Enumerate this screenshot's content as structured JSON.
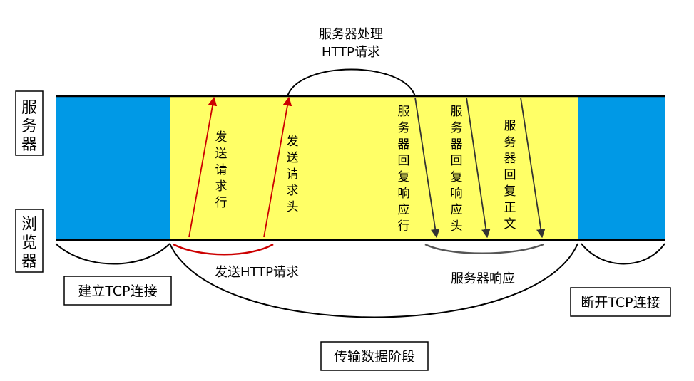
{
  "side_labels": {
    "server": [
      "服",
      "务",
      "器"
    ],
    "browser": [
      "浏",
      "览",
      "器"
    ]
  },
  "top_label": {
    "line1": "服务器处理",
    "line2": "HTTP请求"
  },
  "vertical_labels": {
    "send_request_line": [
      "发",
      "送",
      "请",
      "求",
      "行"
    ],
    "send_request_header": [
      "发",
      "送",
      "请",
      "求",
      "头"
    ],
    "server_response_line": [
      "服",
      "务",
      "器",
      "回",
      "复",
      "响",
      "应",
      "行"
    ],
    "server_response_header": [
      "服",
      "务",
      "器",
      "回",
      "复",
      "响",
      "应",
      "头"
    ],
    "server_response_body": [
      "服",
      "务",
      "器",
      "回",
      "复",
      "正",
      "文"
    ]
  },
  "bottom_labels": {
    "send_http_request": "发送HTTP请求",
    "server_response": "服务器响应",
    "establish_tcp": "建立TCP连接",
    "close_tcp": "断开TCP连接",
    "transfer_phase": "传输数据阶段"
  },
  "colors": {
    "tcp_phase": "#0099e6",
    "transfer_phase": "#ffff66",
    "request_arrow": "#cc0000",
    "response_arrow": "#333333",
    "response_brace": "#555555",
    "line": "#000000"
  }
}
